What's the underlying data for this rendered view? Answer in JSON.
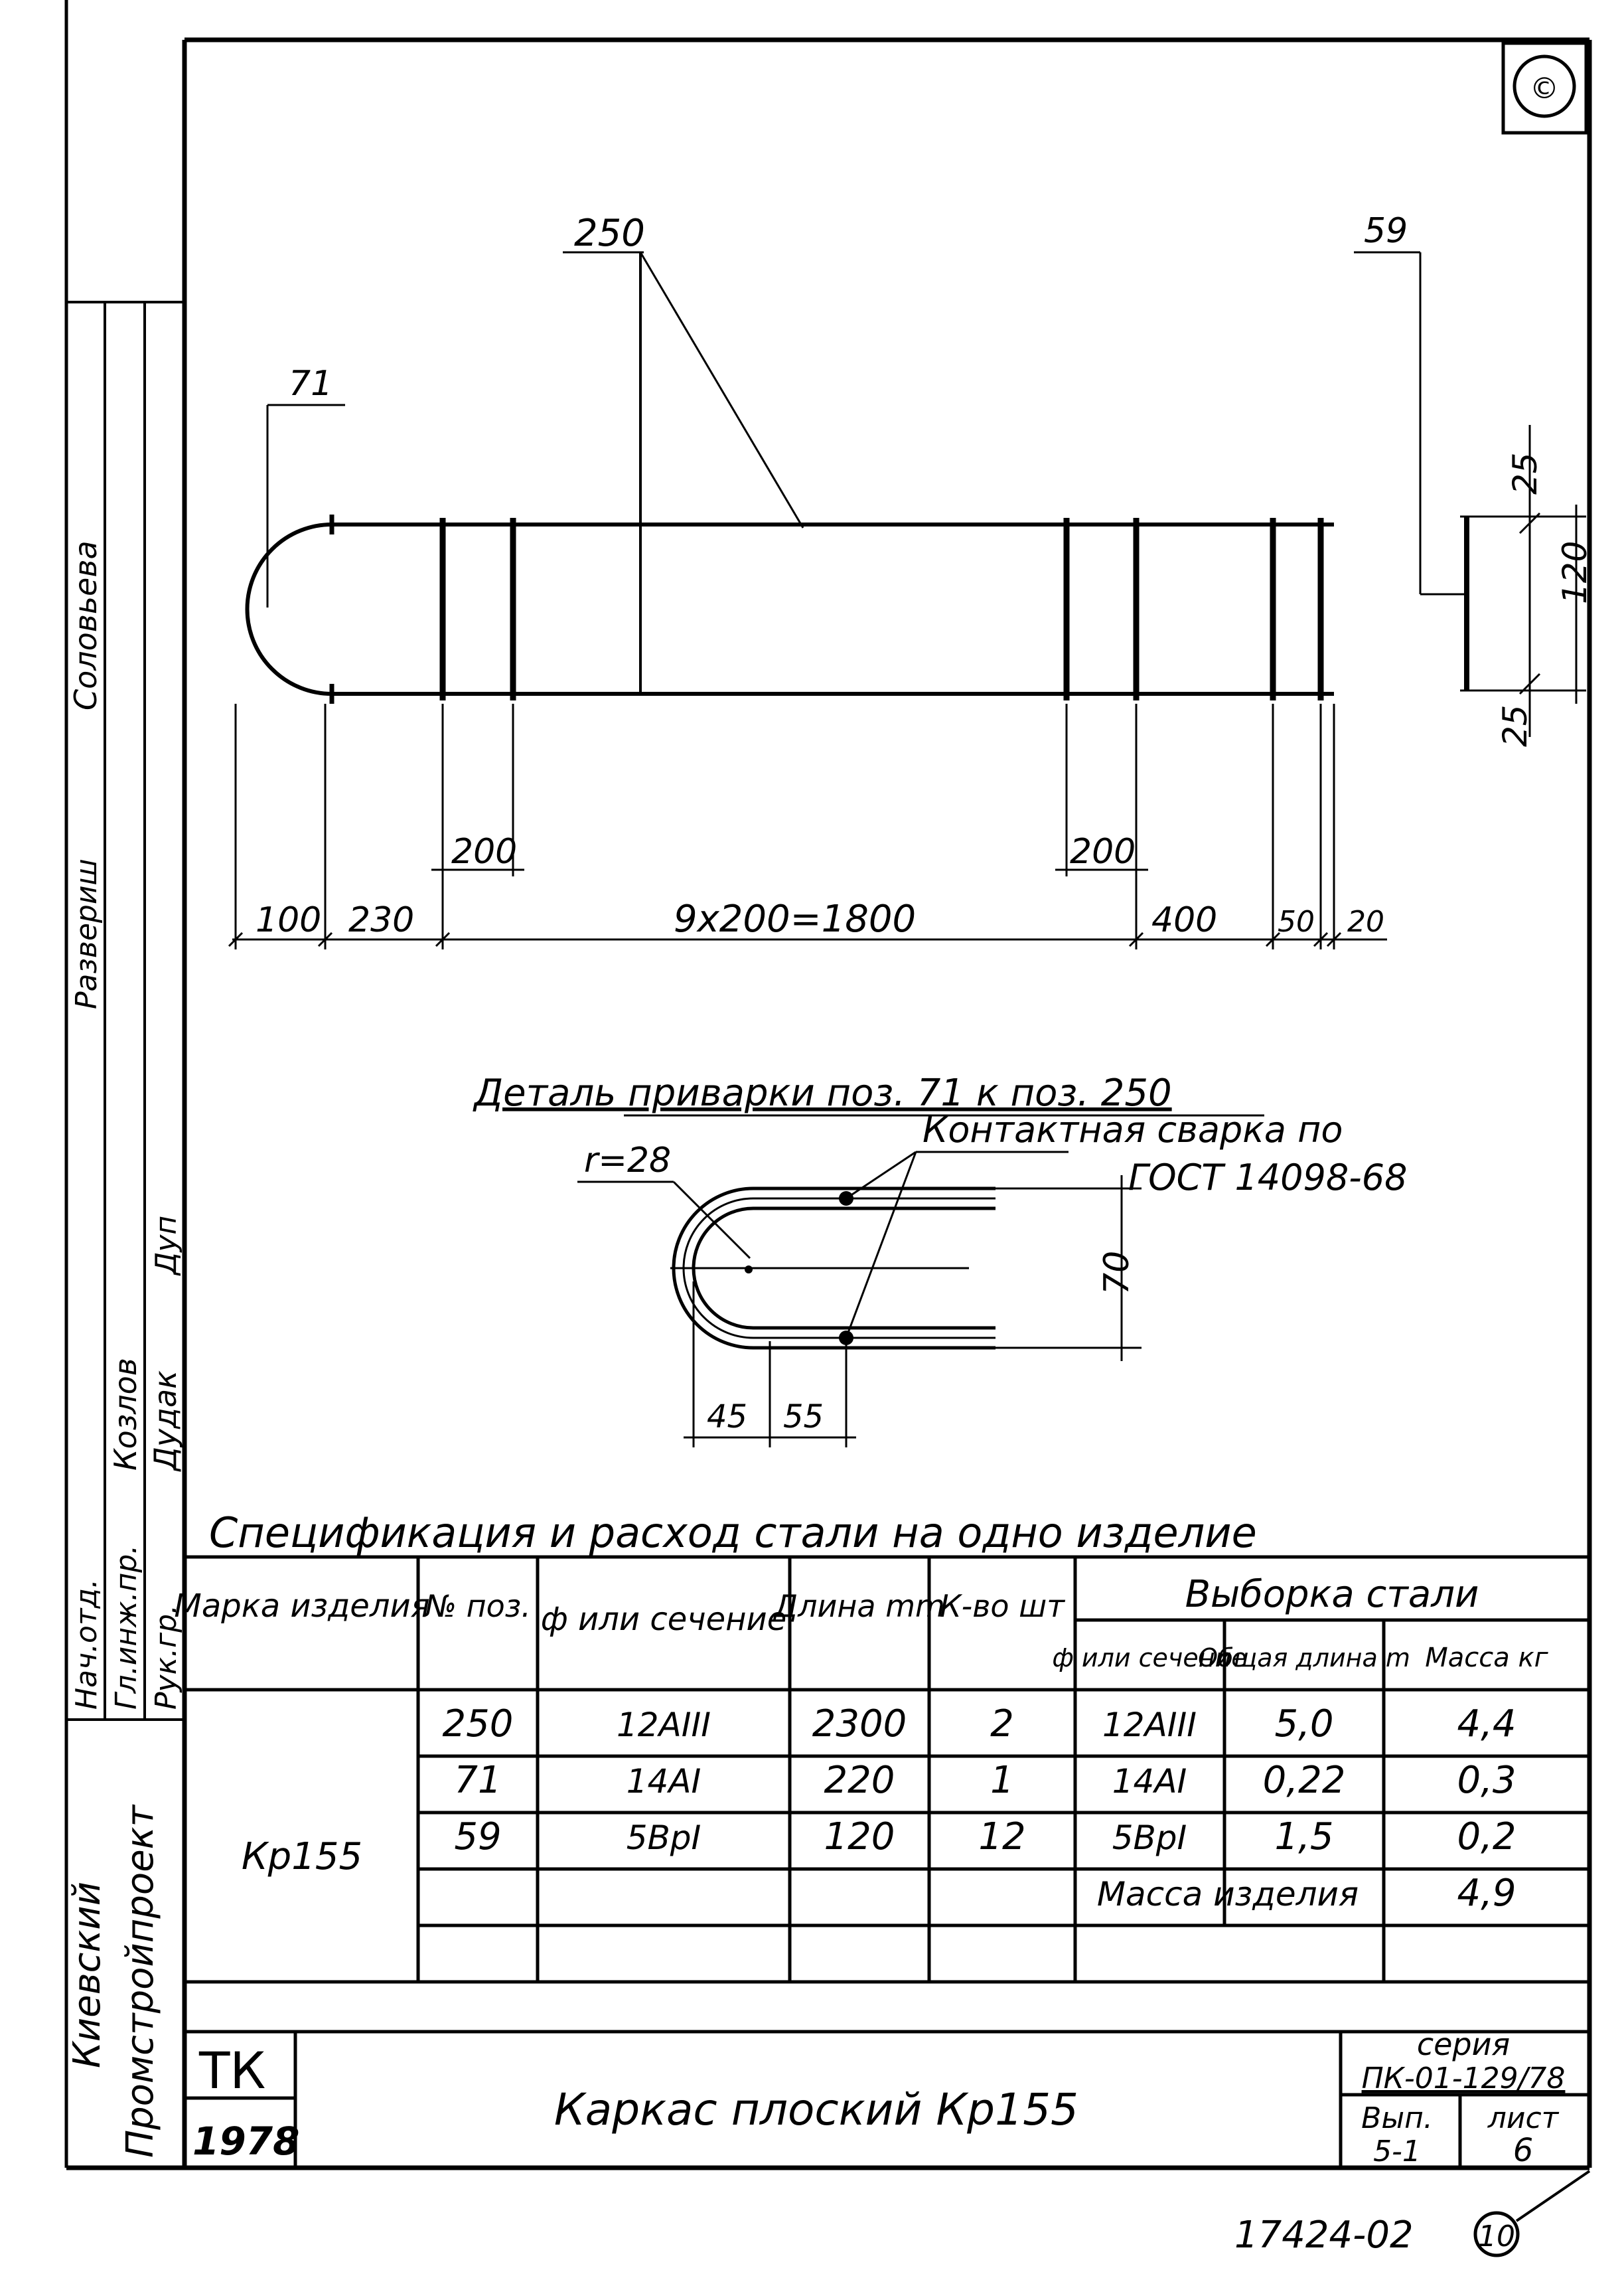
{
  "sheet_number": "10",
  "stamp_circle": "©",
  "drawing": {
    "pos_250": "250",
    "pos_71": "71",
    "pos_59": "59",
    "dim_25_top": "25",
    "dim_120": "120",
    "dim_25_bottom": "25",
    "dim_200_left": "200",
    "dim_200_right": "200",
    "dim_100": "100",
    "dim_230": "230",
    "dim_9x200": "9x200=1800",
    "dim_400": "400",
    "dim_50": "50",
    "dim_20": "20"
  },
  "detail": {
    "title": "Деталь приварки поз. 71 к поз. 250",
    "radius": "r=28",
    "weld_note_1": "Контактная сварка по",
    "weld_note_2": "ГОСТ 14098-68",
    "dim_70": "70",
    "dim_45": "45",
    "dim_55": "55"
  },
  "left_strip": {
    "roles": [
      "Нач.отд.",
      "Гл.инж.пр.",
      "Рук.гр."
    ],
    "names": [
      "Соловьева",
      "Козлов",
      "Дудак"
    ],
    "col2": [
      "Развериш",
      "Дуп"
    ],
    "org1": "Киевский",
    "org2": "Промстройпроект"
  },
  "spec": {
    "title": "Спецификация и расход стали на одно изделие",
    "headers": {
      "mark": "Марка изделия",
      "pos": "№ поз.",
      "section": "ф или сечение",
      "length": "Длина mm",
      "qty": "К-во шт",
      "sample": "Выборка стали",
      "s_section": "ф или сечение",
      "s_total": "Общая длина m",
      "s_mass": "Масса кг"
    },
    "mark_value": "Кр155",
    "rows": [
      {
        "pos": "250",
        "section": "12AIII",
        "length": "2300",
        "qty": "2",
        "s_section": "12AIII",
        "s_total": "5,0",
        "s_mass": "4,4"
      },
      {
        "pos": "71",
        "section": "14AI",
        "length": "220",
        "qty": "1",
        "s_section": "14AI",
        "s_total": "0,22",
        "s_mass": "0,3"
      },
      {
        "pos": "59",
        "section": "5BpI",
        "length": "120",
        "qty": "12",
        "s_section": "5BpI",
        "s_total": "1,5",
        "s_mass": "0,2"
      }
    ],
    "total_label": "Масса изделия",
    "total_value": "4,9"
  },
  "title_block": {
    "tk": "ТК",
    "year": "1978",
    "name": "Каркас плоский Кр155",
    "series_label": "серия",
    "series": "ПК-01-129/78",
    "vol_label": "Вып.",
    "vol": "5-1",
    "sheet_label": "лист",
    "sheet": "6"
  },
  "footer_code": "17424-02",
  "footer_page": "10"
}
